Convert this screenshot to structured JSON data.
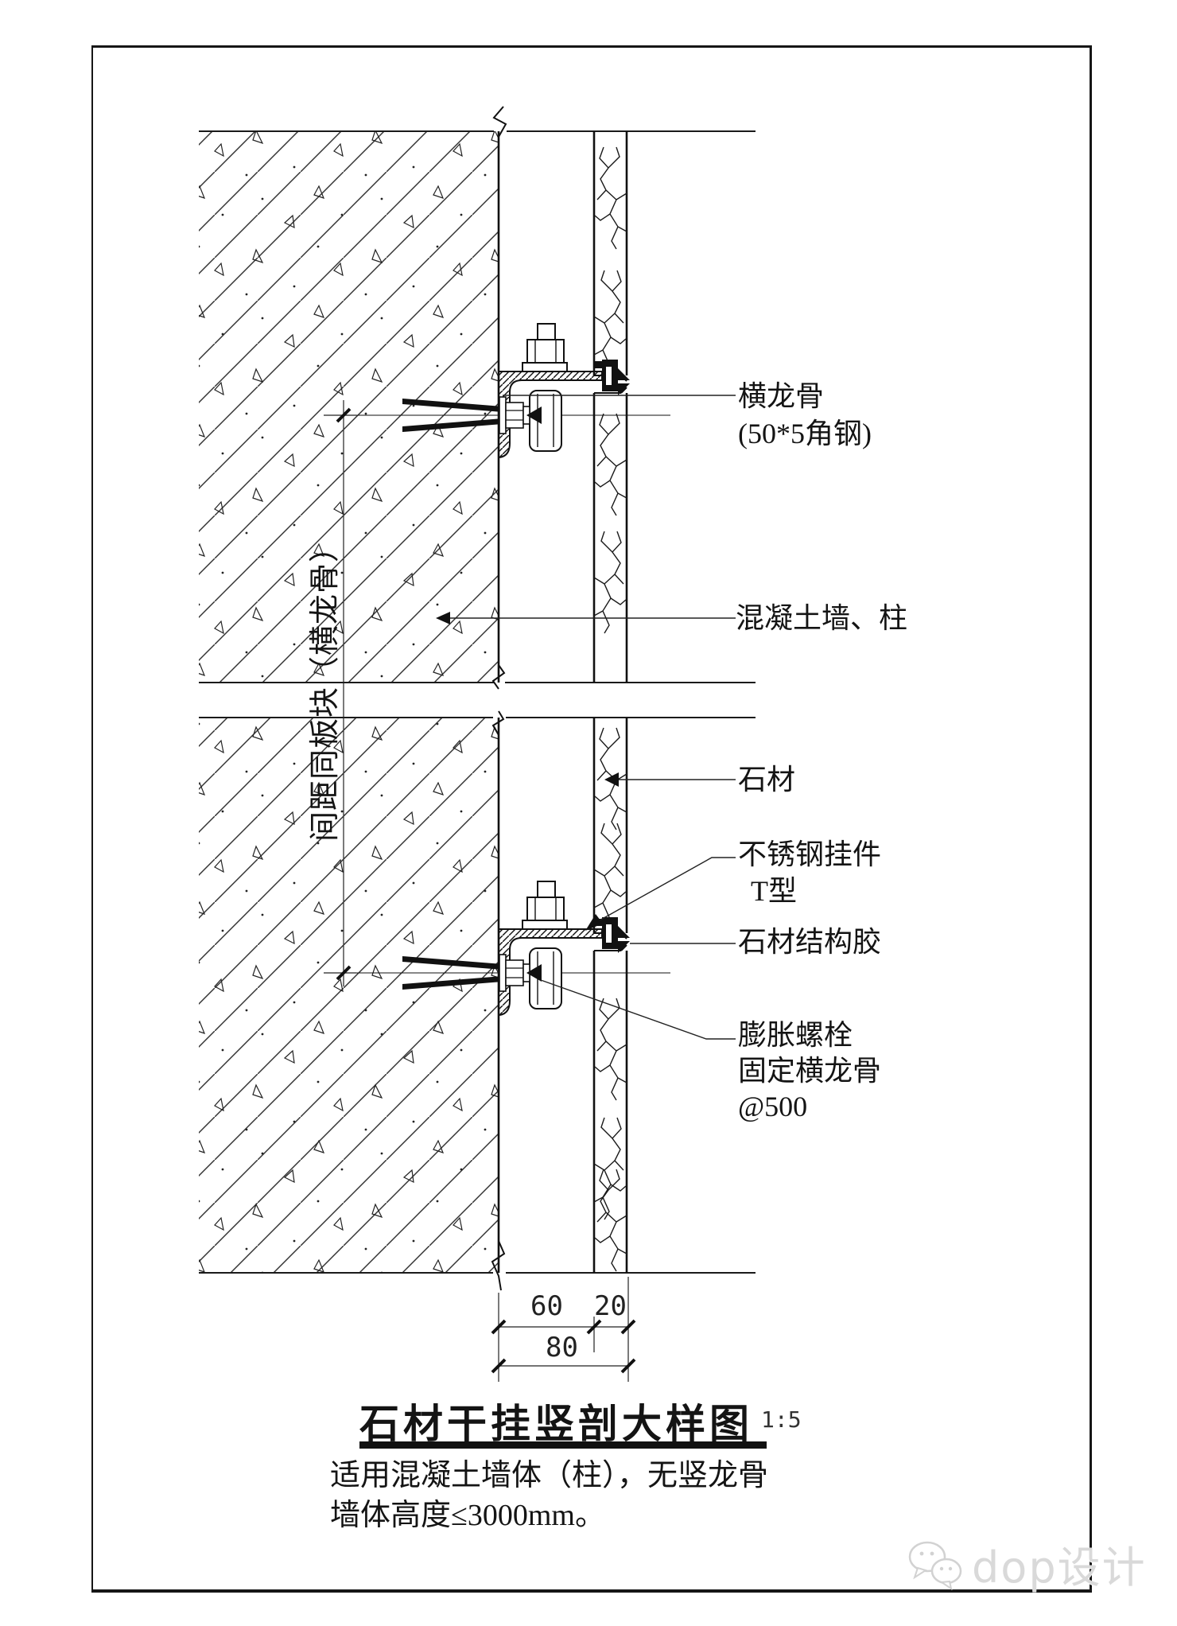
{
  "drawing": {
    "labels": {
      "hlg_line1": "横龙骨",
      "hlg_line2": "(50*5角钢)",
      "wall": "混凝土墙、柱",
      "stone": "石材",
      "hanger_line1": "不锈钢挂件",
      "hanger_line2": "T型",
      "sealant": "石材结构胶",
      "anchor_line1": "膨胀螺栓",
      "anchor_line2": "固定横龙骨",
      "anchor_line3": "@500",
      "spacing_note": "间距同板块（横龙骨）"
    },
    "dimensions": {
      "cavity": "60",
      "stone_thickness": "20",
      "total": "80"
    },
    "title": {
      "text": "石材干挂竖剖大样图",
      "scale": "1:5"
    },
    "notes": [
      "适用混凝土墙体（柱），无竖龙骨",
      "墙体高度≤3000mm。"
    ],
    "watermark": "dop设计",
    "colors": {
      "line": "#1a1a1a",
      "watermark": "#d9d9d9",
      "paper": "#ffffff"
    }
  }
}
